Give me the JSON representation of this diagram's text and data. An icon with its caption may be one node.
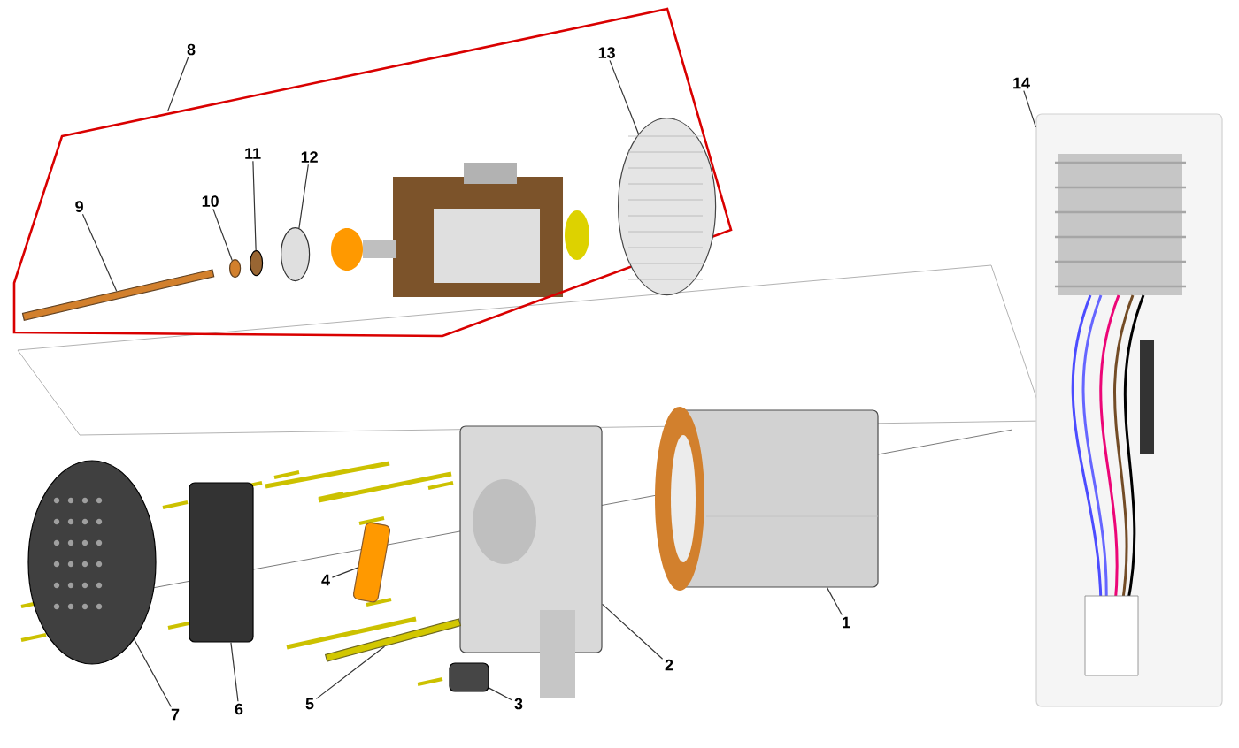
{
  "diagram": {
    "nodes": [
      {
        "text": [],
        "shape": "polygon"
      },
      {
        "text": [
          "1"
        ]
      },
      {
        "text": [
          "2"
        ]
      },
      {
        "text": [
          "3"
        ]
      },
      {
        "text": [
          "4"
        ]
      },
      {
        "text": [
          "5"
        ]
      },
      {
        "text": [
          "6"
        ]
      },
      {
        "text": [
          "7"
        ]
      },
      {
        "text": [
          "8"
        ]
      },
      {
        "text": [
          "9"
        ],
        "in": 0
      },
      {
        "text": [
          "10"
        ],
        "in": 0
      },
      {
        "text": [
          "11"
        ],
        "in": 0
      },
      {
        "text": [
          "12"
        ],
        "in": 0
      },
      {
        "text": [
          "13"
        ],
        "in": 0
      },
      {
        "text": [
          "14"
        ]
      },
      {
        "text": [],
        "shape": "picture"
      },
      {
        "text": [],
        "shape": "picture"
      },
      {
        "text": [],
        "shape": "box"
      },
      {
        "text": [],
        "shape": "picture"
      },
      {
        "text": [],
        "shape": "bar"
      },
      {
        "text": [],
        "shape": "box"
      },
      {
        "text": [],
        "shape": "picture"
      },
      {
        "text": [],
        "shape": "bar",
        "in": 0
      },
      {
        "text": [],
        "shape": "circle",
        "in": 0
      },
      {
        "text": [],
        "shape": "circle",
        "in": 0
      },
      {
        "text": [],
        "shape": "circle",
        "in": 0
      },
      {
        "text": [],
        "shape": "picture",
        "in": 0
      },
      {
        "text": [],
        "shape": "picture"
      }
    ],
    "edges": [
      {
        "from": 1,
        "to": 15,
        "arrow": "none"
      },
      {
        "from": 2,
        "to": 16,
        "arrow": "none"
      },
      {
        "from": 3,
        "to": 17,
        "arrow": "none"
      },
      {
        "from": 4,
        "to": 18,
        "arrow": "none"
      },
      {
        "from": 5,
        "to": 19,
        "arrow": "none"
      },
      {
        "from": 6,
        "to": 20,
        "arrow": "none"
      },
      {
        "from": 7,
        "to": 21,
        "arrow": "none"
      },
      {
        "from": 8,
        "to": 0,
        "arrow": "none"
      },
      {
        "from": 9,
        "to": 22,
        "arrow": "none"
      },
      {
        "from": 10,
        "to": 23,
        "arrow": "none"
      },
      {
        "from": 11,
        "to": 24,
        "arrow": "none"
      },
      {
        "from": 12,
        "to": 25,
        "arrow": "none"
      },
      {
        "from": 13,
        "to": 26,
        "arrow": "none"
      },
      {
        "from": 14,
        "to": 27,
        "arrow": "none"
      }
    ]
  }
}
